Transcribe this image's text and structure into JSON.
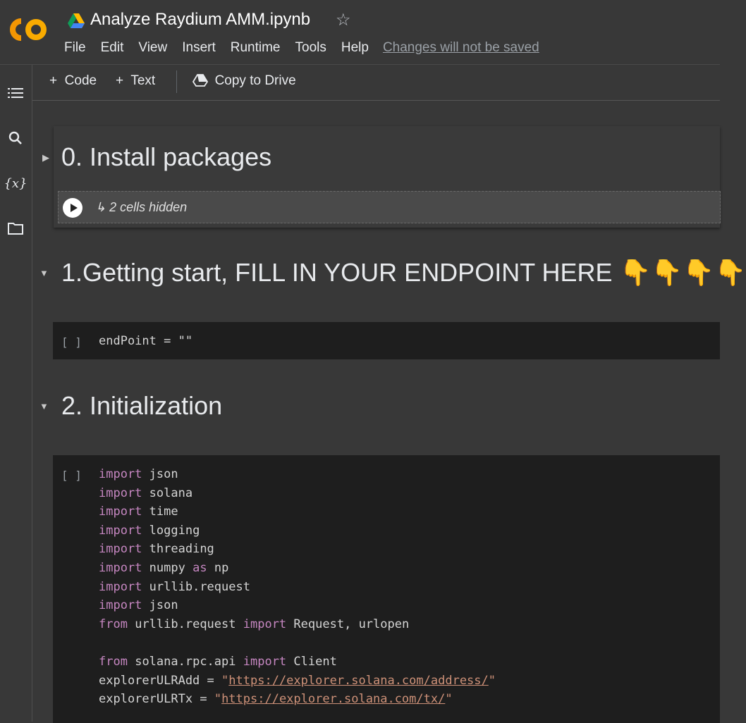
{
  "header": {
    "file_title": "Analyze Raydium AMM.ipynb",
    "menu": [
      "File",
      "Edit",
      "View",
      "Insert",
      "Runtime",
      "Tools",
      "Help"
    ],
    "save_note": "Changes will not be saved",
    "logo_text": "CO",
    "colors": {
      "logo": "#f9ab00",
      "background": "#383838"
    }
  },
  "rail": {
    "icons": [
      "table-of-contents-icon",
      "search-icon",
      "variables-icon",
      "folder-icon"
    ],
    "variables_glyph": "{x}"
  },
  "toolbar": {
    "code_label": "Code",
    "text_label": "Text",
    "copy_label": "Copy to Drive"
  },
  "cells": {
    "section0": {
      "title": "0. Install packages",
      "hidden_text": "2 cells hidden"
    },
    "section1": {
      "title": "1.Getting start, FILL IN YOUR ENDPOINT HERE 👇👇👇👇"
    },
    "endpoint_cell": {
      "exec_count": "[ ]",
      "code": "endPoint = \"\""
    },
    "section2": {
      "title": "2. Initialization"
    },
    "init_cell": {
      "exec_count": "[ ]",
      "lines": [
        "import json",
        "import solana",
        "import time",
        "import logging",
        "import threading",
        "import numpy as np",
        "import urllib.request",
        "import json",
        "from urllib.request import Request, urlopen",
        "",
        "from solana.rpc.api import Client",
        "explorerULRAdd = \"https://explorer.solana.com/address/\"",
        "explorerULRTx = \"https://explorer.solana.com/tx/\""
      ]
    }
  }
}
